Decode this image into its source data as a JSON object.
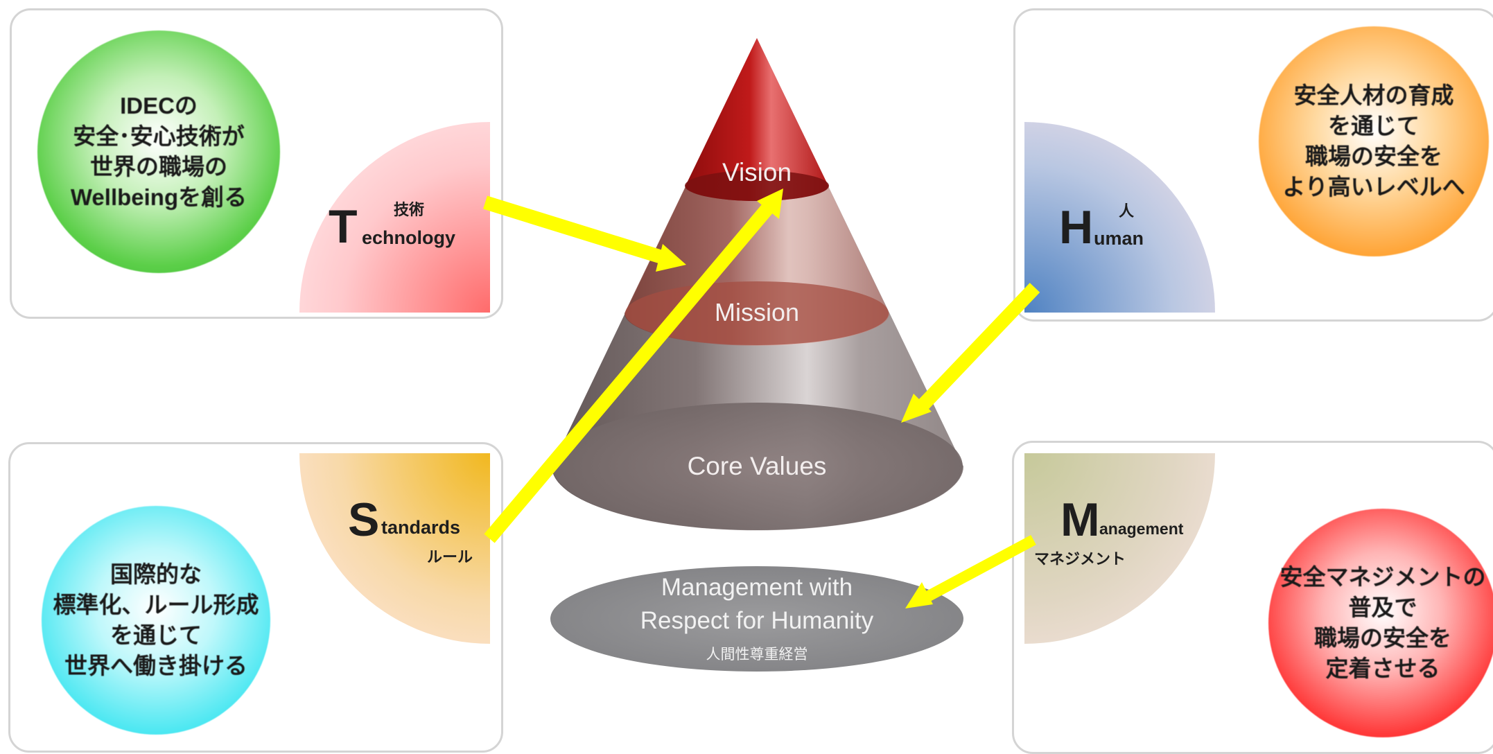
{
  "cone": {
    "vision": "Vision",
    "mission": "Mission",
    "core_values": "Core Values"
  },
  "base": {
    "line1": "Management with",
    "line2": "Respect for Humanity",
    "line3": "人間性尊重経営"
  },
  "technology": {
    "initial": "T",
    "rest": "echnology",
    "jp": "技術",
    "goal": "IDECの\n安全･安心技術が\n世界の職場の\nWellbeingを創る"
  },
  "human": {
    "initial": "H",
    "rest": "uman",
    "jp": "人",
    "goal": "安全人材の育成\nを通じて\n職場の安全を\nより高いレベルへ"
  },
  "standards": {
    "initial": "S",
    "rest": "tandards",
    "jp": "ルール",
    "goal": "国際的な\n標準化、ルール形成\nを通じて\n世界へ働き掛ける"
  },
  "management": {
    "initial": "M",
    "rest": "anagement",
    "jp": "マネジメント",
    "goal": "安全マネジメントの\n普及で\n職場の安全を\n定着させる"
  },
  "colors": {
    "arrow": "#ffff00",
    "cone_top": "#b01818",
    "cone_mid": "#b06a60",
    "cone_body": "#8a8080",
    "base_ellipse": "#8e8e90"
  }
}
